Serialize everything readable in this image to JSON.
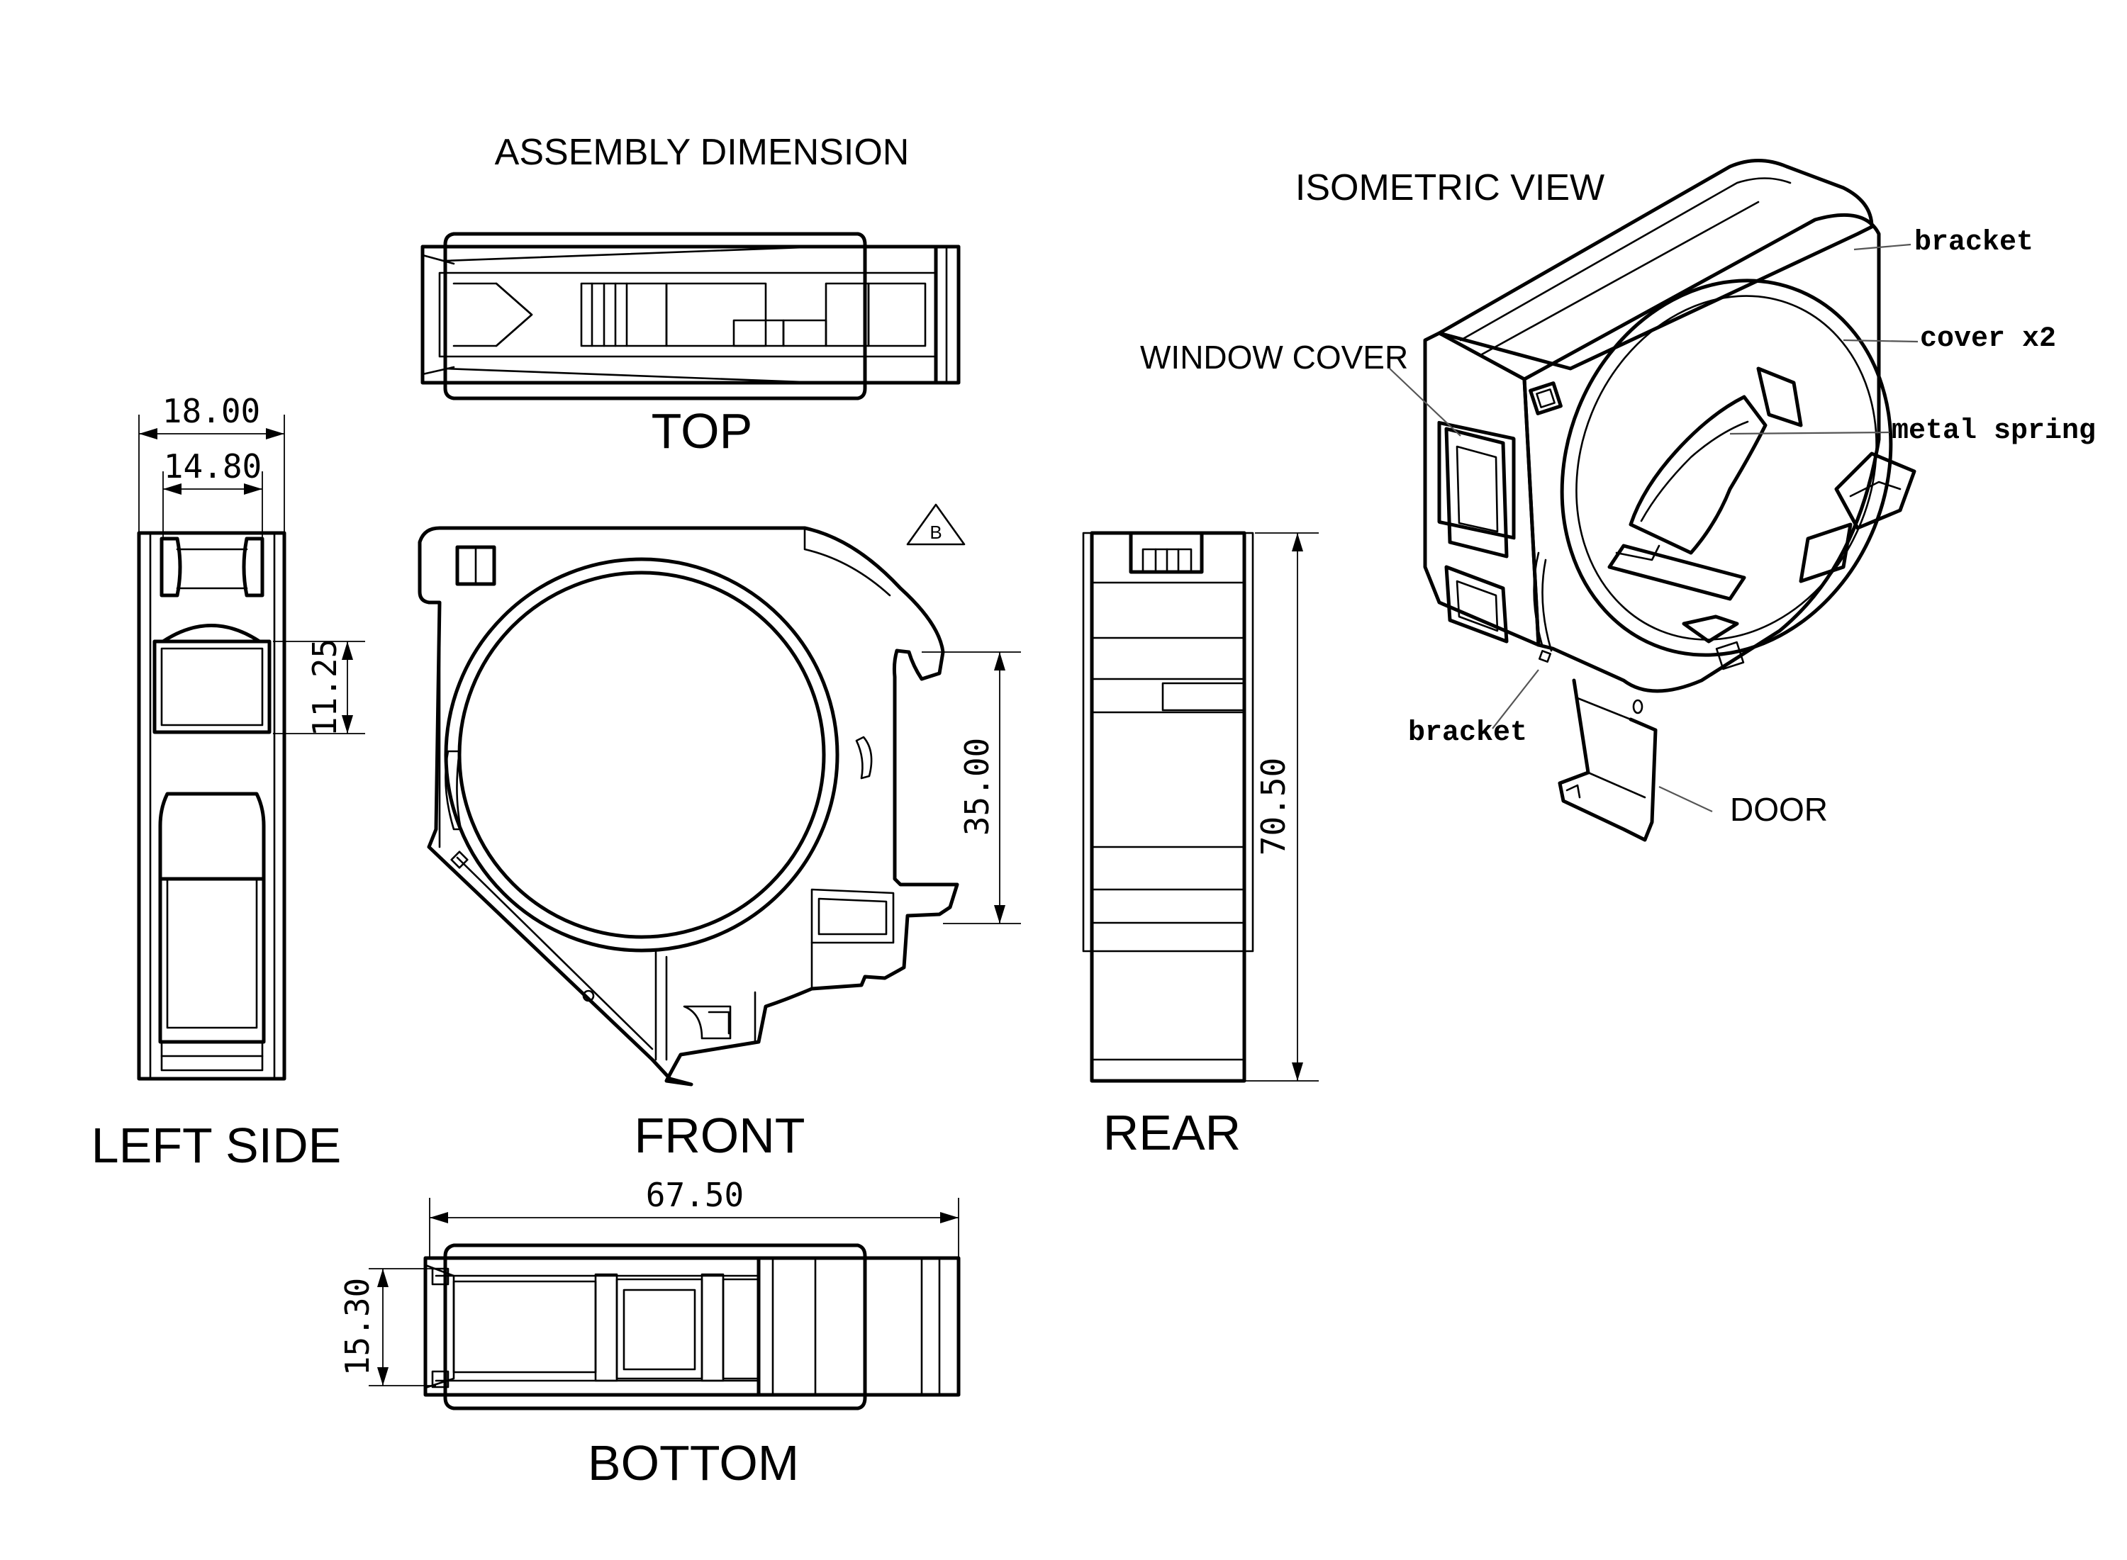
{
  "titles": {
    "assembly_dimension": "ASSEMBLY DIMENSION",
    "isometric_view": "ISOMETRIC VIEW"
  },
  "views": {
    "top": "TOP",
    "left_side": "LEFT SIDE",
    "front": "FRONT",
    "rear": "REAR",
    "bottom": "BOTTOM"
  },
  "dimensions": {
    "width_outer": "18.00",
    "width_inner": "14.80",
    "window_height": "11.25",
    "front_height": "35.00",
    "rear_height": "70.50",
    "overall_length": "67.50",
    "bottom_width": "15.30"
  },
  "revision_mark": "B",
  "callouts": {
    "window_cover": "WINDOW COVER",
    "bracket_top": "bracket",
    "cover": "cover x2",
    "metal_spring": "metal spring",
    "bracket_bottom": "bracket",
    "door": "DOOR"
  }
}
